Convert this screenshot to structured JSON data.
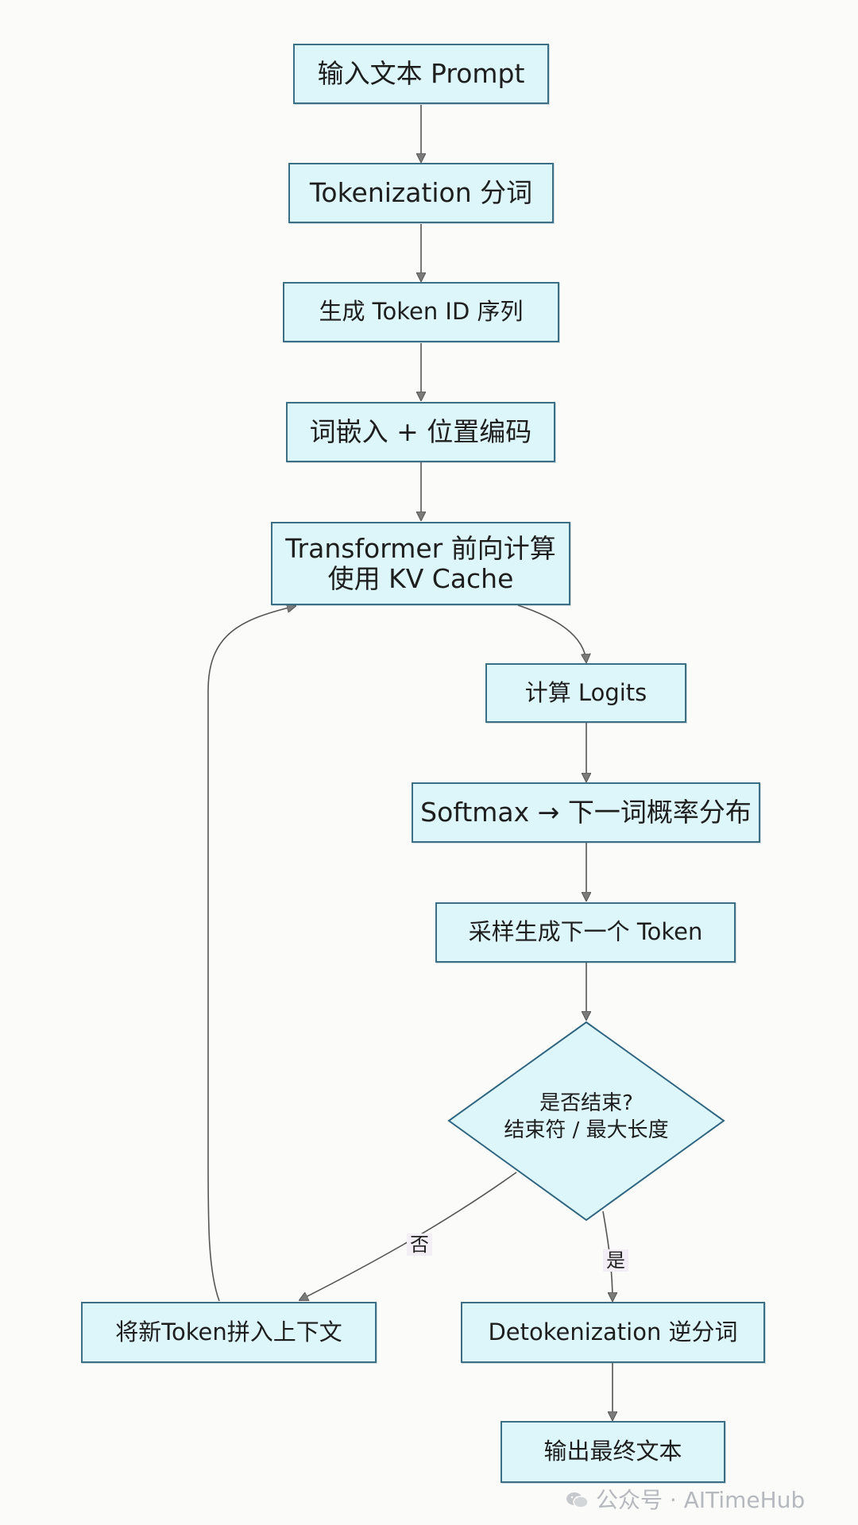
{
  "nodes": {
    "input_prompt": "输入文本 Prompt",
    "tokenization": "Tokenization 分词",
    "token_ids": "生成 Token ID 序列",
    "embedding": "词嵌入 + 位置编码",
    "transformer_line1": "Transformer 前向计算",
    "transformer_line2": "使用 KV Cache",
    "logits": "计算 Logits",
    "softmax": "Softmax → 下一词概率分布",
    "sampling": "采样生成下一个 Token",
    "decision_line1": "是否结束?",
    "decision_line2": "结束符 / 最大长度",
    "append_token": "将新Token拼入上下文",
    "detokenization": "Detokenization 逆分词",
    "output": "输出最终文本"
  },
  "edge_labels": {
    "no": "否",
    "yes": "是"
  },
  "watermark": {
    "text": "公众号 · AITimeHub",
    "icon": "wechat-icon"
  },
  "colors": {
    "node_fill": "#ddf6fa",
    "node_border": "#3a6f86",
    "arrow": "#555555",
    "background": "#fbfbf9"
  }
}
